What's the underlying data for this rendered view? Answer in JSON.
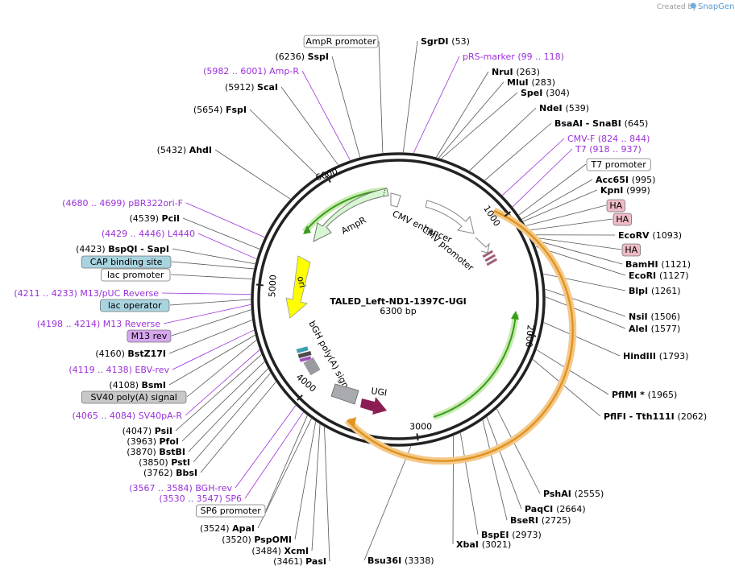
{
  "credit": {
    "created_by": "Created by",
    "app": "SnapGene"
  },
  "plasmid": {
    "name": "TALED_Left-ND1-1397C-UGI",
    "length": "6300 bp"
  },
  "ticks": [
    "1000",
    "2000",
    "3000",
    "4000",
    "5000",
    "6000"
  ],
  "features": {
    "ampr": "AmpR",
    "ori": "ori",
    "cmv_enhancer": "CMV enhancer",
    "cmv_promoter": "CMV promoter",
    "bgh": "bGH poly(A) signal",
    "ugi": "UGI"
  },
  "left_labels": [
    {
      "type": "box",
      "text": "AmpR promoter"
    },
    {
      "type": "site",
      "pos": "(6236)",
      "name": "SspI"
    },
    {
      "type": "primer",
      "pos": "(5982 .. 6001)",
      "name": "Amp-R"
    },
    {
      "type": "site",
      "pos": "(5912)",
      "name": "ScaI"
    },
    {
      "type": "site",
      "pos": "(5654)",
      "name": "FspI"
    },
    {
      "type": "site",
      "pos": "(5432)",
      "name": "AhdI"
    },
    {
      "type": "primer",
      "pos": "(4680 .. 4699)",
      "name": "pBR322ori-F"
    },
    {
      "type": "site",
      "pos": "(4539)",
      "name": "PciI"
    },
    {
      "type": "primer",
      "pos": "(4429 .. 4446)",
      "name": "L4440"
    },
    {
      "type": "site",
      "pos": "(4423)",
      "name": "BspQI  -  SapI"
    },
    {
      "type": "box_blue",
      "text": "CAP binding site"
    },
    {
      "type": "box",
      "text": "lac promoter"
    },
    {
      "type": "primer",
      "pos": "(4211 .. 4233)",
      "name": "M13/pUC Reverse"
    },
    {
      "type": "box_blue",
      "text": "lac operator"
    },
    {
      "type": "primer",
      "pos": "(4198 .. 4214)",
      "name": "M13 Reverse"
    },
    {
      "type": "box_purple",
      "text": "M13 rev"
    },
    {
      "type": "site",
      "pos": "(4160)",
      "name": "BstZ17I"
    },
    {
      "type": "primer",
      "pos": "(4119 .. 4138)",
      "name": "EBV-rev"
    },
    {
      "type": "site",
      "pos": "(4108)",
      "name": "BsmI"
    },
    {
      "type": "box_gray",
      "text": "SV40 poly(A) signal"
    },
    {
      "type": "primer",
      "pos": "(4065 .. 4084)",
      "name": "SV40pA-R"
    },
    {
      "type": "site",
      "pos": "(4047)",
      "name": "PsiI"
    },
    {
      "type": "site",
      "pos": "(3963)",
      "name": "PfoI"
    },
    {
      "type": "site",
      "pos": "(3870)",
      "name": "BstBI"
    },
    {
      "type": "site",
      "pos": "(3850)",
      "name": "PstI"
    },
    {
      "type": "site",
      "pos": "(3762)",
      "name": "BbsI"
    },
    {
      "type": "primer",
      "pos": "(3567 .. 3584)",
      "name": "BGH-rev"
    },
    {
      "type": "primer",
      "pos": "(3530 .. 3547)",
      "name": "SP6"
    },
    {
      "type": "box",
      "text": "SP6 promoter"
    },
    {
      "type": "site",
      "pos": "(3524)",
      "name": "ApaI"
    },
    {
      "type": "site",
      "pos": "(3520)",
      "name": "PspOMI"
    },
    {
      "type": "site",
      "pos": "(3484)",
      "name": "XcmI"
    },
    {
      "type": "site",
      "pos": "(3461)",
      "name": "PasI"
    }
  ],
  "right_labels": [
    {
      "type": "site",
      "name": "SgrDI",
      "pos": "(53)"
    },
    {
      "type": "primer",
      "name": "pRS-marker",
      "pos": "(99 .. 118)"
    },
    {
      "type": "site",
      "name": "NruI",
      "pos": "(263)"
    },
    {
      "type": "site",
      "name": "MluI",
      "pos": "(283)"
    },
    {
      "type": "site",
      "name": "SpeI",
      "pos": "(304)"
    },
    {
      "type": "site",
      "name": "NdeI",
      "pos": "(539)"
    },
    {
      "type": "site",
      "name": "BsaAI  -  SnaBI",
      "pos": "(645)"
    },
    {
      "type": "primer",
      "name": "CMV-F",
      "pos": "(824 .. 844)"
    },
    {
      "type": "primer",
      "name": "T7",
      "pos": "(918 .. 937)"
    },
    {
      "type": "box",
      "text": "T7 promoter"
    },
    {
      "type": "site",
      "name": "Acc65I",
      "pos": "(995)"
    },
    {
      "type": "site",
      "name": "KpnI",
      "pos": "(999)"
    },
    {
      "type": "box_pink",
      "text": "HA"
    },
    {
      "type": "box_pink",
      "text": "HA"
    },
    {
      "type": "site",
      "name": "EcoRV",
      "pos": "(1093)"
    },
    {
      "type": "box_pink",
      "text": "HA"
    },
    {
      "type": "site",
      "name": "BamHI",
      "pos": "(1121)"
    },
    {
      "type": "site",
      "name": "EcoRI",
      "pos": "(1127)"
    },
    {
      "type": "site",
      "name": "BlpI",
      "pos": "(1261)"
    },
    {
      "type": "site",
      "name": "NsiI",
      "pos": "(1506)"
    },
    {
      "type": "site",
      "name": "AleI",
      "pos": "(1577)"
    },
    {
      "type": "site",
      "name": "HindIII",
      "pos": "(1793)"
    },
    {
      "type": "site",
      "name": "PflMI *",
      "pos": "(1965)"
    },
    {
      "type": "site",
      "name": "PflFI  -  Tth111I",
      "pos": "(2062)"
    },
    {
      "type": "site",
      "name": "PshAI",
      "pos": "(2555)"
    },
    {
      "type": "site",
      "name": "PaqCI",
      "pos": "(2664)"
    },
    {
      "type": "site",
      "name": "BseRI",
      "pos": "(2725)"
    },
    {
      "type": "site",
      "name": "BspEI",
      "pos": "(2973)"
    },
    {
      "type": "site",
      "name": "XbaI",
      "pos": "(3021)"
    },
    {
      "type": "site",
      "name": "Bsu36I",
      "pos": "(3338)"
    }
  ]
}
